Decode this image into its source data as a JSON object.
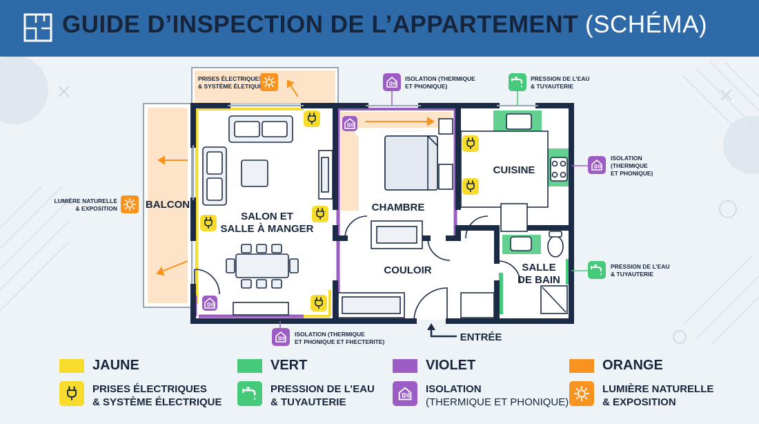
{
  "header": {
    "title": "GUIDE D’INSPECTION DE L’APPARTEMENT",
    "subtitle": "(SCHÉMA)"
  },
  "rooms": {
    "balcon": "BALCON",
    "salon_line1": "SALON ET",
    "salon_line2": "SALLE À MANGER",
    "chambre": "CHAMBRE",
    "cuisine": "CUISINE",
    "couloir": "COULOIR",
    "sdb_line1": "SALLE",
    "sdb_line2": "DE BAIN",
    "entree": "ENTRÉE"
  },
  "callouts": {
    "prises_line1": "PRISES ÉLECTRIQUES",
    "prises_line2": "& SYSTÈME ÉLETIQUE",
    "isolation_top_line1": "ISOLATION (THERMIQUE",
    "isolation_top_line2": "ET PHONIQUE)",
    "pression_top_line1": "PRESSION DE L’EAU",
    "pression_top_line2": "& TUYAUTERIE",
    "isolation_right_line1": "ISOLATION",
    "isolation_right_line2": "(THERMIQUE",
    "isolation_right_line3": "ET PHONIQUE)",
    "pression_right_line1": "PRESSION DE L’EAU",
    "pression_right_line2": "& TUYAUTERIE",
    "lumiere_line1": "LUMIÈRE NATURELLE",
    "lumiere_line2": "& EXPOSITION",
    "isolation_bottom_line1": "ISOLATION (THERMIQUE",
    "isolation_bottom_line2": "ET PHONIQUE ET FHECTERITE)"
  },
  "legend": [
    {
      "color_name": "JAUNE",
      "color": "#f7dc2d",
      "icon": "plug-icon",
      "line1": "PRISES ÉLECTRIQUES",
      "line2": "& SYSTÈME ÉLECTRIQUE"
    },
    {
      "color_name": "VERT",
      "color": "#47c97c",
      "icon": "faucet-icon",
      "line1": "PRESSION DE L’EAU",
      "line2": "& TUYAUTERIE"
    },
    {
      "color_name": "VIOLET",
      "color": "#9b5cc4",
      "icon": "house-sound-icon",
      "line1": "ISOLATION",
      "line2": "(THERMIQUE ET PHONIQUE)"
    },
    {
      "color_name": "ORANGE",
      "color": "#f7931e",
      "icon": "sun-icon",
      "line1": "LUMIÈRE NATURELLE",
      "line2": "& EXPOSITION"
    }
  ],
  "colors": {
    "header_bg": "#2f6aa8",
    "wall": "#1c2b45",
    "yellow": "#f7dc2d",
    "green": "#47c97c",
    "violet": "#9b5cc4",
    "orange": "#f7931e"
  }
}
